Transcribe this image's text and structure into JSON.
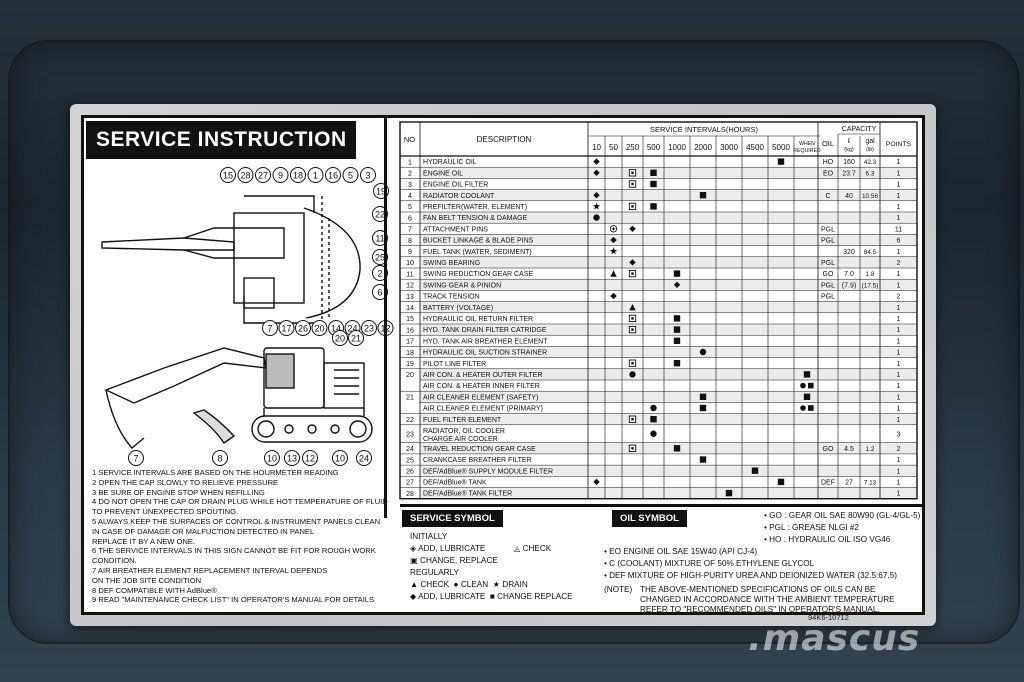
{
  "sign": {
    "title": "SERVICE INSTRUCTION",
    "part_code": "94K6-10712"
  },
  "table": {
    "headers": {
      "no": "NO",
      "description": "DESCRIPTION",
      "intervals": "SERVICE INTERVALS(HOURS)",
      "oil": "OIL",
      "capacity": "CAPACITY",
      "cap_l": "ℓ",
      "cap_l_unit": "(kg)",
      "cap_gal": "gal",
      "cap_gal_unit": "(lb)",
      "points": "POINTS"
    },
    "interval_columns": [
      "10",
      "50",
      "250",
      "500",
      "1000",
      "2000",
      "3000",
      "4500",
      "5000",
      "WHEN REQUIRED"
    ],
    "rows": [
      {
        "no": "1",
        "desc": "HYDRAULIC OIL",
        "marks": {
          "10": "diamond",
          "5000": "square"
        },
        "oil": "HO",
        "l": "160",
        "gal": "42.3",
        "pts": "1"
      },
      {
        "no": "2",
        "desc": "ENGINE OIL",
        "marks": {
          "10": "diamond",
          "250": "check",
          "500": "square"
        },
        "oil": "EO",
        "l": "23.7",
        "gal": "6.3",
        "pts": "1"
      },
      {
        "no": "3",
        "desc": "ENGINE OIL FILTER",
        "marks": {
          "250": "check",
          "500": "square"
        },
        "oil": "",
        "l": "",
        "gal": "",
        "pts": "1"
      },
      {
        "no": "4",
        "desc": "RADIATOR COOLANT",
        "marks": {
          "10": "diamond",
          "2000": "square"
        },
        "oil": "C",
        "l": "40",
        "gal": "10.56",
        "pts": "1"
      },
      {
        "no": "5",
        "desc": "PREFILTER(WATER, ELEMENT)",
        "marks": {
          "10": "star",
          "250": "check",
          "500": "square"
        },
        "oil": "",
        "l": "",
        "gal": "",
        "pts": "1"
      },
      {
        "no": "6",
        "desc": "FAN BELT TENSION & DAMAGE",
        "marks": {
          "10": "circle"
        },
        "oil": "",
        "l": "",
        "gal": "",
        "pts": "1"
      },
      {
        "no": "7",
        "desc": "ATTACHMENT PINS",
        "marks": {
          "50": "add",
          "250": "diamond"
        },
        "oil": "PGL",
        "l": "",
        "gal": "",
        "pts": "11"
      },
      {
        "no": "8",
        "desc": "BUCKET LINKAGE & BLADE PINS",
        "marks": {
          "50": "diamond"
        },
        "oil": "PGL",
        "l": "",
        "gal": "",
        "pts": "6"
      },
      {
        "no": "9",
        "desc": "FUEL TANK (WATER, SEDIMENT)",
        "marks": {
          "50": "star"
        },
        "oil": "",
        "l": "320",
        "gal": "84.5",
        "pts": "1"
      },
      {
        "no": "10",
        "desc": "SWING BEARING",
        "marks": {
          "250": "diamond"
        },
        "oil": "PGL",
        "l": "",
        "gal": "",
        "pts": "2"
      },
      {
        "no": "11",
        "desc": "SWING REDUCTION GEAR CASE",
        "marks": {
          "50": "triangle",
          "250": "check",
          "1000": "square"
        },
        "oil": "GO",
        "l": "7.0",
        "gal": "1.8",
        "pts": "1"
      },
      {
        "no": "12",
        "desc": "SWING GEAR & PINION",
        "marks": {
          "1000": "diamond"
        },
        "oil": "PGL",
        "l": "(7.9)",
        "gal": "(17.5)",
        "pts": "1"
      },
      {
        "no": "13",
        "desc": "TRACK TENSION",
        "marks": {
          "50": "diamond"
        },
        "oil": "PGL",
        "l": "",
        "gal": "",
        "pts": "2"
      },
      {
        "no": "14",
        "desc": "BATTERY (VOLTAGE)",
        "marks": {
          "250": "triangle"
        },
        "oil": "",
        "l": "",
        "gal": "",
        "pts": "1"
      },
      {
        "no": "15",
        "desc": "HYDRAULIC OIL RETURN FILTER",
        "marks": {
          "250": "check",
          "1000": "square"
        },
        "oil": "",
        "l": "",
        "gal": "",
        "pts": "1"
      },
      {
        "no": "16",
        "desc": "HYD. TANK DRAIN FILTER CATRIDGE",
        "marks": {
          "250": "check",
          "1000": "square"
        },
        "oil": "",
        "l": "",
        "gal": "",
        "pts": "1"
      },
      {
        "no": "17",
        "desc": "HYD. TANK AIR BREATHER ELEMENT",
        "marks": {
          "1000": "square"
        },
        "oil": "",
        "l": "",
        "gal": "",
        "pts": "1"
      },
      {
        "no": "18",
        "desc": "HYDRAULIC OIL SUCTION STRAINER",
        "marks": {
          "2000": "circle"
        },
        "oil": "",
        "l": "",
        "gal": "",
        "pts": "1"
      },
      {
        "no": "19",
        "desc": "PILOT LINE FILTER",
        "marks": {
          "250": "check",
          "1000": "square"
        },
        "oil": "",
        "l": "",
        "gal": "",
        "pts": "1"
      },
      {
        "no": "20",
        "desc": "AIR CON. & HEATER OUTER FILTER",
        "marks": {
          "250": "circle",
          "WHEN REQUIRED": "square"
        },
        "oil": "",
        "l": "",
        "gal": "",
        "pts": "1"
      },
      {
        "no": "",
        "desc": "AIR CON. & HEATER INNER FILTER",
        "marks": {
          "WHEN REQUIRED": "circle-square"
        },
        "oil": "",
        "l": "",
        "gal": "",
        "pts": "1"
      },
      {
        "no": "21",
        "desc": "AIR CLEANER ELEMENT (SAFETY)",
        "marks": {
          "2000": "square",
          "WHEN REQUIRED": "square"
        },
        "oil": "",
        "l": "",
        "gal": "",
        "pts": "1"
      },
      {
        "no": "",
        "desc": "AIR CLEANER ELEMENT (PRIMARY)",
        "marks": {
          "500": "circle",
          "2000": "square",
          "WHEN REQUIRED": "circle-square"
        },
        "oil": "",
        "l": "",
        "gal": "",
        "pts": "1"
      },
      {
        "no": "22",
        "desc": "FUEL FILTER ELEMENT",
        "marks": {
          "250": "check",
          "500": "square"
        },
        "oil": "",
        "l": "",
        "gal": "",
        "pts": "1"
      },
      {
        "no": "23",
        "desc": "RADIATOR, OIL COOLER / CHARGE AIR COOLER",
        "marks": {
          "500": "circle"
        },
        "oil": "",
        "l": "",
        "gal": "",
        "pts": "3",
        "tall": true
      },
      {
        "no": "24",
        "desc": "TRAVEL REDUCTION GEAR CASE",
        "marks": {
          "250": "check",
          "1000": "square"
        },
        "oil": "GO",
        "l": "4.5",
        "gal": "1.2",
        "pts": "2"
      },
      {
        "no": "25",
        "desc": "CRANKCASE BREATHER FILTER",
        "marks": {
          "2000": "square"
        },
        "oil": "",
        "l": "",
        "gal": "",
        "pts": "1"
      },
      {
        "no": "26",
        "desc": "DEF/AdBlue® SUPPLY MODULE FILTER",
        "marks": {
          "4500": "square"
        },
        "oil": "",
        "l": "",
        "gal": "",
        "pts": "1"
      },
      {
        "no": "27",
        "desc": "DEF/AdBlue® TANK",
        "marks": {
          "10": "diamond",
          "5000": "square"
        },
        "oil": "DEF",
        "l": "27",
        "gal": "7.13",
        "pts": "1"
      },
      {
        "no": "28",
        "desc": "DEF/AdBlue® TANK FILTER",
        "marks": {
          "3000": "square"
        },
        "oil": "",
        "l": "",
        "gal": "",
        "pts": "1"
      }
    ]
  },
  "diagram": {
    "top_callouts": [
      "15",
      "28",
      "27",
      "9",
      "18",
      "1",
      "16",
      "5",
      "3"
    ],
    "right_callouts": [
      "19",
      "22",
      "11",
      "25",
      "2",
      "6"
    ],
    "bottom_callouts": [
      "7",
      "17",
      "26",
      "20",
      "14",
      "24",
      "23",
      "12"
    ],
    "side_top": [
      "20",
      "21"
    ],
    "side_bottom": [
      "7",
      "8",
      "10",
      "13",
      "12",
      "10",
      "24"
    ]
  },
  "notes": [
    "1  SERVICE INTERVALS ARE BASED ON THE HOURMETER READING",
    "2  OPEN THE CAP SLOWLY TO RELIEVE PRESSURE",
    "3  BE SURE OF ENGINE STOP WHEN REFILLING",
    "4  DO NOT OPEN THE CAP OR DRAIN PLUG WHILE HOT TEMPERATURE OF FLUID",
    "    TO PREVENT UNEXPECTED SPOUTING.",
    "5  ALWAYS KEEP THE SURFACES OF CONTROL & INSTRUMENT PANELS CLEAN",
    "    IN CASE OF DAMAGE OR MALFUCTION DETECTED IN PANEL",
    "    REPLACE IT BY A NEW ONE.",
    "6  THE SERVICE INTERVALS IN THIS SIGN CANNOT BE FIT FOR ROUGH WORK",
    "    CONDITION.",
    "7  AIR BREATHER ELEMENT REPLACEMENT INTERVAL DEPENDS",
    "    ON THE JOB SITE CONDITION",
    "8  DEF COMPATIBLE WITH AdBlue®",
    "9  READ \"MAINTENANCE CHECK LIST\" IN OPERATOR'S MANUAL FOR DETAILS"
  ],
  "service_symbol": {
    "title": "SERVICE SYMBOL",
    "initially": "INITIALLY",
    "add_lubricate": "ADD, LUBRICATE",
    "check": "CHECK",
    "change_replace": "CHANGE, REPLACE",
    "regularly": "REGULARLY",
    "check2": "CHECK",
    "clean": "CLEAN",
    "drain": "DRAIN",
    "add_lubricate2": "ADD, LUBRICATE",
    "change_replace2": "CHANGE  REPLACE"
  },
  "oil_symbol": {
    "title": "OIL SYMBOL",
    "right_lines": [
      "• GO : GEAR OIL SAE 80W90 (GL-4/GL-5)",
      "• PGL : GREASE NLGI #2",
      "• HO : HYDRAULIC OIL ISO VG46"
    ],
    "lines": [
      "•  EO   ENGINE OIL SAE 15W40 (API CJ-4)",
      "•  C (COOLANT)  MIXTURE OF 50% ETHYLENE GLYCOL",
      "•  DEF    MIXTURE OF HIGH-PURITY UREA AND DEIONIZED WATER (32.5:67.5)"
    ],
    "note_label": "(NOTE)",
    "note_lines": [
      "THE ABOVE-MENTIONED SPECIFICATIONS OF OILS CAN BE",
      "CHANGED IN ACCORDANCE WITH THE AMBIENT TEMPERATURE",
      "REFER TO \"RECOMMENDED OILS\" IN OPERATOR'S MANUAL."
    ]
  },
  "watermark": ".mascus"
}
